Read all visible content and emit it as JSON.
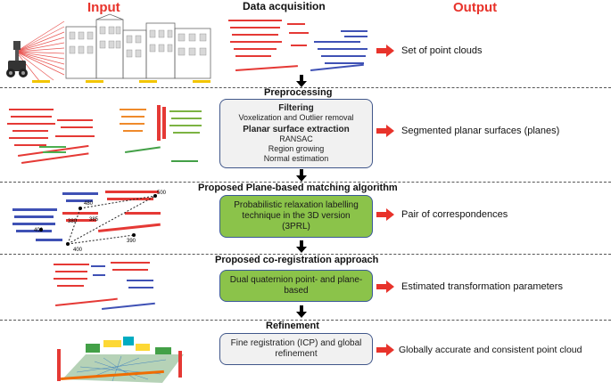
{
  "headers": {
    "input": "Input",
    "data_acquisition": "Data acquisition",
    "output": "Output"
  },
  "stages": {
    "acquisition": {
      "output": "Set of point clouds"
    },
    "preprocessing": {
      "title": "Preprocessing",
      "filtering_title": "Filtering",
      "filtering_item": "Voxelization and Outlier removal",
      "planar_title": "Planar surface extraction",
      "planar_items": [
        "RANSAC",
        "Region growing",
        "Normal estimation"
      ],
      "output": "Segmented planar surfaces (planes)"
    },
    "matching": {
      "title": "Proposed Plane-based matching algorithm",
      "box_lines": [
        "Probabilistic relaxation labelling",
        "technique in the 3D version",
        "(3PRL)"
      ],
      "output": "Pair of correspondences",
      "graph_labels": [
        "500",
        "480",
        "390",
        "400",
        "385",
        "380",
        "400"
      ]
    },
    "coregistration": {
      "title": "Proposed co-registration approach",
      "box_lines": [
        "Dual quaternion point- and plane-",
        "based"
      ],
      "output": "Estimated transformation parameters"
    },
    "refinement": {
      "title": "Refinement",
      "box_lines": [
        "Fine registration (ICP) and global",
        "refinement"
      ],
      "output": "Globally accurate and consistent point cloud"
    }
  },
  "colors": {
    "accent_red": "#e8332b",
    "box_green": "#8bc34a",
    "box_grey": "#f1f1f1",
    "box_border": "#3b5998"
  },
  "icons": [
    "red-arrow-icon",
    "down-arrow-icon",
    "lidar-scanner-icon",
    "street-facade-icon",
    "point-cloud-icon"
  ]
}
